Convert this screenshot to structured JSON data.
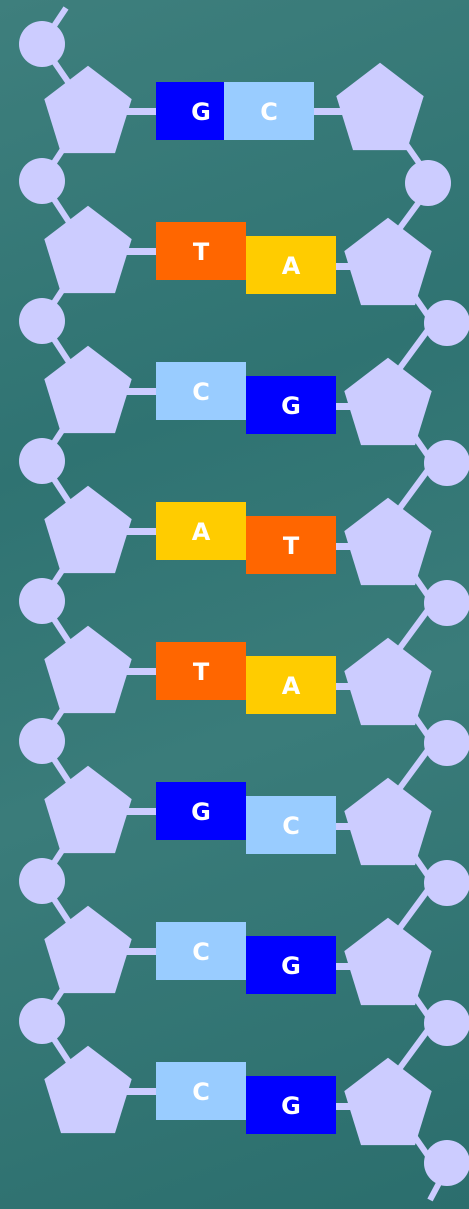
{
  "colors": {
    "backbone": "#ccccff",
    "background": "#2f7372",
    "A": "#ffcc00",
    "T": "#ff6600",
    "G": "#0000ff",
    "C": "#99ccff",
    "label": "#ffffff"
  },
  "pairs": [
    {
      "left": "G",
      "right": "C"
    },
    {
      "left": "T",
      "right": "A"
    },
    {
      "left": "C",
      "right": "G"
    },
    {
      "left": "A",
      "right": "T"
    },
    {
      "left": "T",
      "right": "A"
    },
    {
      "left": "G",
      "right": "C"
    },
    {
      "left": "C",
      "right": "G"
    },
    {
      "left": "C",
      "right": "G"
    }
  ]
}
